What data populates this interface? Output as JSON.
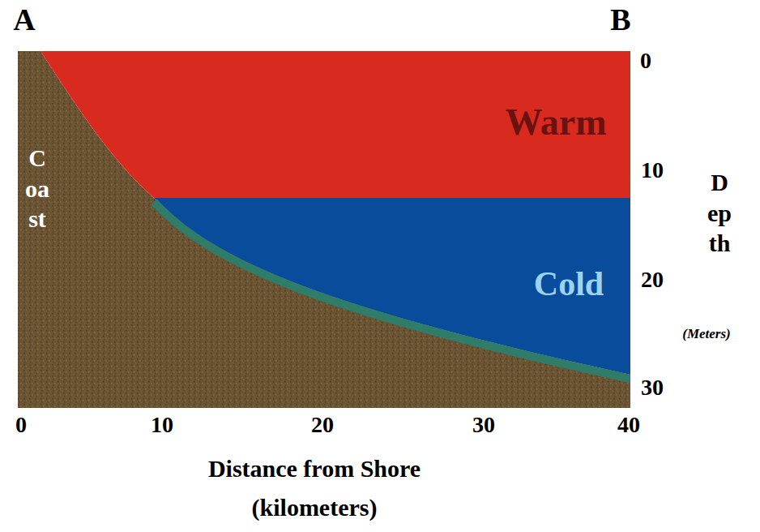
{
  "diagram": {
    "nodes": [
      {
        "text": [
          "Coast"
        ]
      },
      {
        "text": [
          "Warm"
        ]
      },
      {
        "text": [
          "Cold"
        ]
      }
    ],
    "labels": [
      "A",
      "B",
      "0",
      "10",
      "20",
      "30",
      "0",
      "10",
      "20",
      "30",
      "40",
      "Distance from Shore (kilometers)",
      "Depth",
      "(Meters)"
    ]
  }
}
